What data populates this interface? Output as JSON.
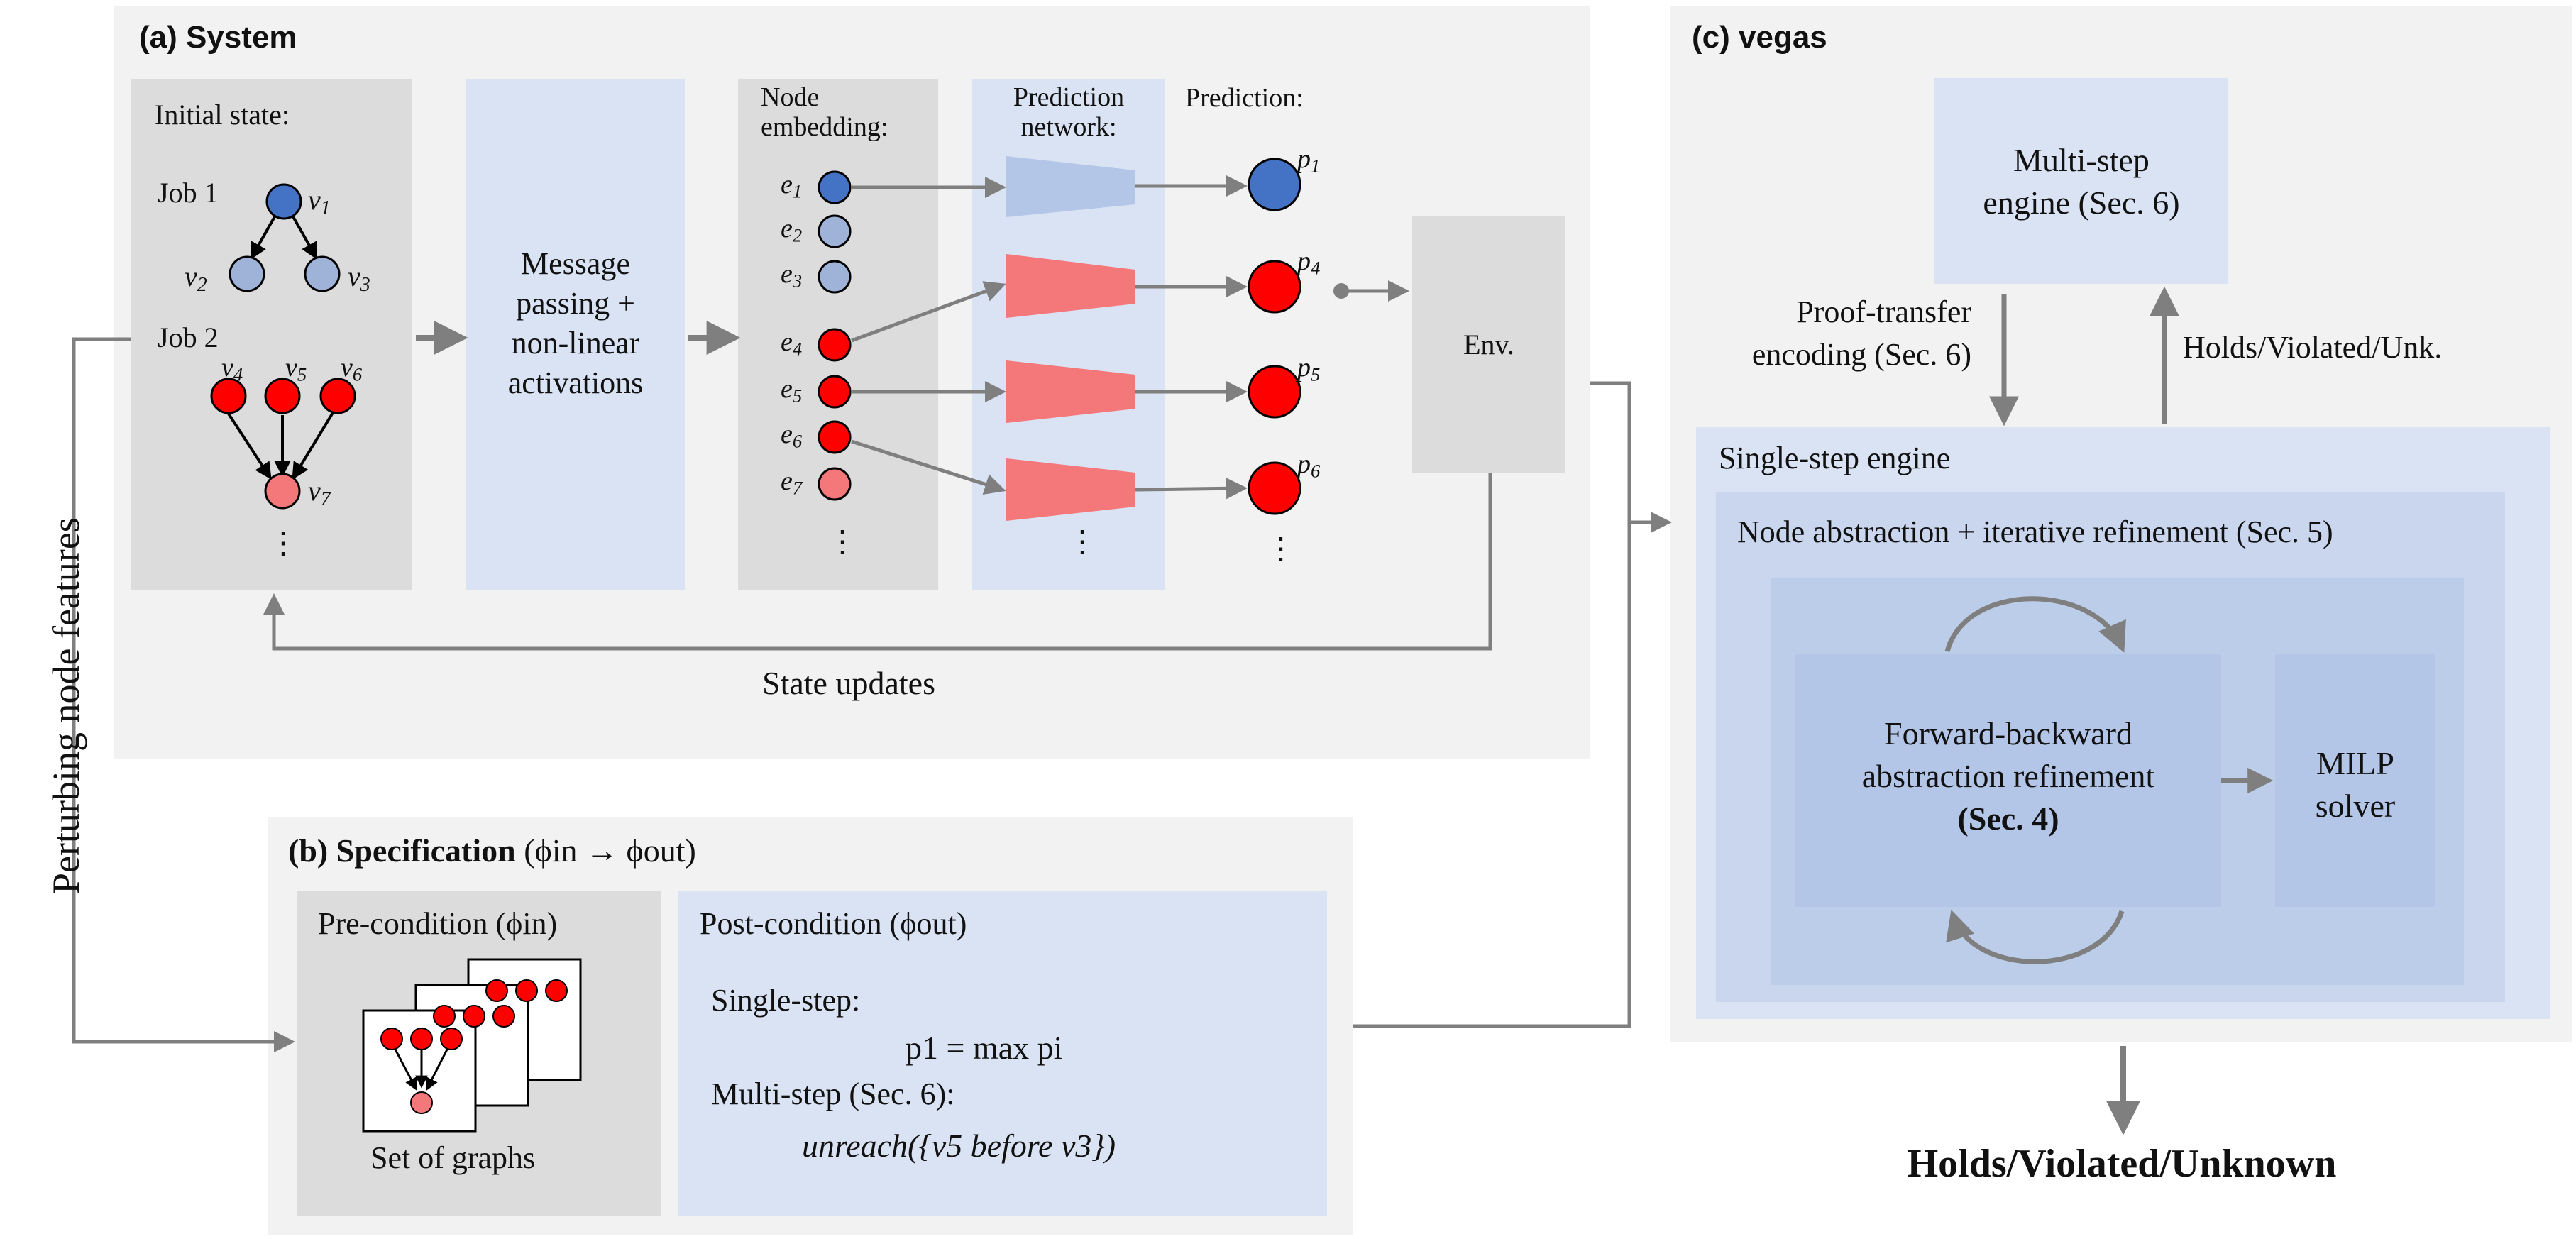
{
  "system": {
    "title_prefix": "(a)",
    "title": "System",
    "initial_state": "Initial state:",
    "job1": "Job 1",
    "job2": "Job 2",
    "message_passing": [
      "Message",
      "passing +",
      "non-linear",
      "activations"
    ],
    "node_embedding": [
      "Node",
      "embedding:"
    ],
    "prediction_network": [
      "Prediction",
      "network:"
    ],
    "prediction": "Prediction:",
    "env": "Env.",
    "state_updates": "State updates",
    "ellipsis": "⋮",
    "node_labels": {
      "v1": "v",
      "v1s": "1",
      "v2": "v",
      "v2s": "2",
      "v3": "v",
      "v3s": "3",
      "v4": "v",
      "v4s": "4",
      "v5": "v",
      "v5s": "5",
      "v6": "v",
      "v6s": "6",
      "v7": "v",
      "v7s": "7"
    },
    "embeddings": [
      {
        "e": "e",
        "s": "1"
      },
      {
        "e": "e",
        "s": "2"
      },
      {
        "e": "e",
        "s": "3"
      },
      {
        "e": "e",
        "s": "4"
      },
      {
        "e": "e",
        "s": "5"
      },
      {
        "e": "e",
        "s": "6"
      },
      {
        "e": "e",
        "s": "7"
      }
    ],
    "predictions": [
      {
        "p": "p",
        "s": "1"
      },
      {
        "p": "p",
        "s": "4"
      },
      {
        "p": "p",
        "s": "5"
      },
      {
        "p": "p",
        "s": "6"
      }
    ]
  },
  "side_label": "Perturbing node features",
  "specification": {
    "title_prefix": "(b)",
    "title": "Specification",
    "title_math": "(ϕin → ϕout)",
    "pre_condition": "Pre-condition (ϕin)",
    "set_of_graphs": "Set of graphs",
    "post_condition": "Post-condition (ϕout)",
    "single_step": "Single-step:",
    "single_step_formula": "p1 = max pi",
    "multi_step": "Multi-step (Sec. 6):",
    "multi_step_formula": "unreach({v5 before v3})"
  },
  "vegas": {
    "title_prefix": "(c)",
    "title": "vegas",
    "multi_step_engine": [
      "Multi-step",
      "engine (Sec. 6)"
    ],
    "proof_transfer": [
      "Proof-transfer",
      "encoding (Sec. 6)"
    ],
    "holds_violated_unk": "Holds/Violated/Unk.",
    "single_step_engine": "Single-step engine",
    "node_abstraction": "Node abstraction + iterative refinement (Sec. 5)",
    "forward_backward": [
      "Forward-backward",
      "abstraction refinement",
      "(Sec. 4)"
    ],
    "milp": [
      "MILP",
      "solver"
    ]
  },
  "output": "Holds/Violated/Unknown",
  "colors": {
    "blue_node": "#4472c4",
    "light_blue_node": "#9fb3d9",
    "red_node": "#ff0000",
    "pink_node": "#f4777a",
    "arrow": "#7f7f7f"
  }
}
